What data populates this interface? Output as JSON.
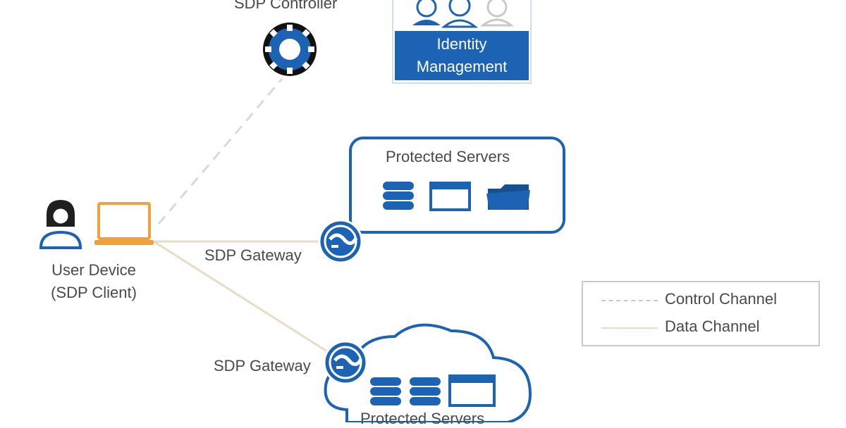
{
  "colors": {
    "brand_blue": "#1d63b4",
    "dark_blue": "#174f8f",
    "laptop_orange": "#f0a23a",
    "control_line": "#d6d6d6",
    "data_line": "#eadcc4",
    "border_gray": "#c9c9c9",
    "text_gray": "#4a4a4a"
  },
  "controller": {
    "label": "SDP Controller",
    "icon": "gear-icon"
  },
  "identity": {
    "line1": "Identity",
    "line2": "Management",
    "icon": "people-icon"
  },
  "user": {
    "line1": "User Device",
    "line2": "(SDP Client)",
    "icons": [
      "person-icon",
      "laptop-icon"
    ]
  },
  "gateway1": {
    "label": "SDP Gateway",
    "icon": "gateway-icon"
  },
  "gateway2": {
    "label": "SDP Gateway",
    "icon": "gateway-icon"
  },
  "servers1": {
    "label": "Protected Servers",
    "icons": [
      "database-icon",
      "window-icon",
      "folder-icon"
    ]
  },
  "servers2": {
    "label": "Protected Servers",
    "icons": [
      "database-icon",
      "database-icon",
      "window-icon"
    ]
  },
  "legend": {
    "control_label": "Control Channel",
    "data_label": "Data Channel"
  }
}
